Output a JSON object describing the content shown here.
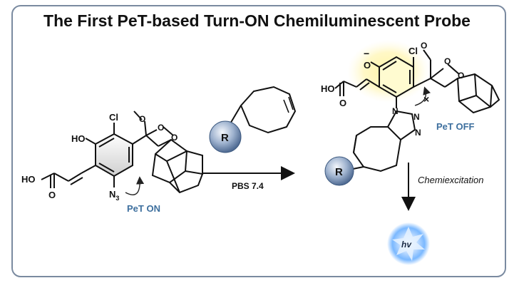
{
  "title": "The First PeT-based Turn-ON Chemiluminescent Probe",
  "reactant": {
    "hydroxy": "HO",
    "chloro": "Cl",
    "azide": "N",
    "azide_sub": "3",
    "acid_oh": "HO",
    "acid_o": "O",
    "methoxy_o": "O",
    "dioxetane_o1": "O",
    "dioxetane_o2": "O",
    "pet_label": "PeT ON"
  },
  "reagent": {
    "r_group": "R",
    "condition": "PBS 7.4"
  },
  "product": {
    "phenolate_charge": "−",
    "phenolate_o": "O",
    "chloro": "Cl",
    "acid_oh": "HO",
    "acid_o": "O",
    "methoxy_o": "O",
    "dioxetane_o1": "O",
    "dioxetane_o2": "O",
    "triazole_n1": "N",
    "triazole_n2": "N",
    "triazole_n3": "N",
    "r_group": "R",
    "pet_label": "PeT OFF",
    "block_mark": "×"
  },
  "step2": {
    "label": "Chemiexcitation",
    "emission": "hv"
  },
  "colors": {
    "pet_blue": "#3d6f9e",
    "frame": "#7a8aa0",
    "glow_yellow": "#fff3a0",
    "light_blue": "#7ab8ff"
  }
}
